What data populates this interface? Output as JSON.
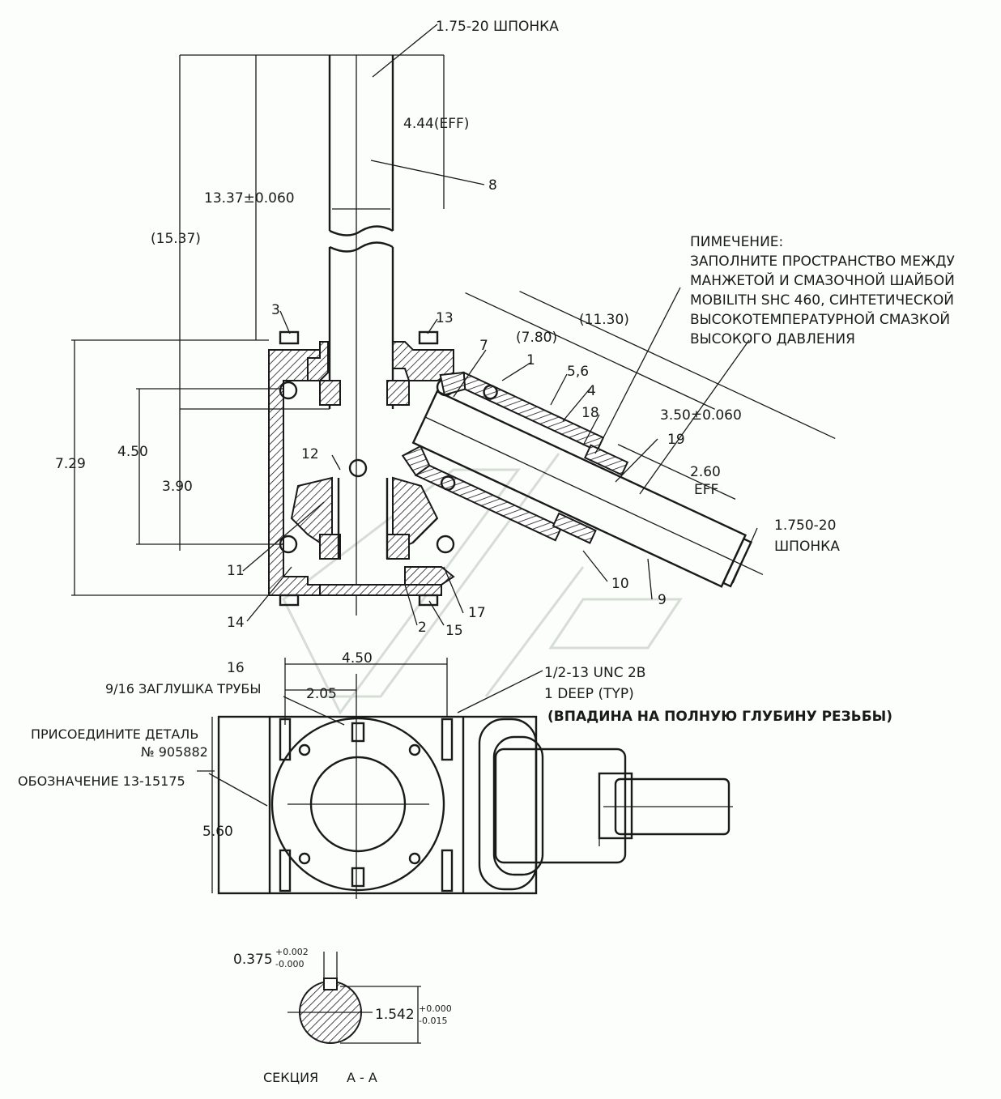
{
  "labels": {
    "top_key": "1.75-20 ШПОНКА",
    "eff_top": "4.44(EFF)",
    "dim_1337": "13.37±0.060",
    "dim_1537": "(15.37)",
    "part_8": "8",
    "part_3": "3",
    "part_13": "13",
    "part_7": "7",
    "part_1": "1",
    "part_56": "5,6",
    "part_4": "4",
    "part_18": "18",
    "part_19": "19",
    "part_12": "12",
    "part_11": "11",
    "part_14": "14",
    "part_2": "2",
    "part_15": "15",
    "part_17": "17",
    "part_10": "10",
    "part_9": "9",
    "part_16": "16",
    "dim_1130": "(11.30)",
    "dim_780": "(7.80)",
    "dim_350": "3.50±0.060",
    "dim_260": "2.60",
    "eff_side": "EFF",
    "side_key_1": "1.750-20",
    "side_key_2": "ШПОНКА",
    "dim_729": "7.29",
    "dim_450_left": "4.50",
    "dim_390": "3.90",
    "dim_450_top": "4.50",
    "dim_205": "2.05",
    "dim_560": "5.60",
    "plug": "9/16 ЗАГЛУШКА ТРУБЫ",
    "thread_1": "1/2-13  UNC  2B",
    "thread_2": "1  DEEP  (TYP)",
    "thread_note": "(ВПАДИНА НА ПОЛНУЮ ГЛУБИНУ РЕЗЬБЫ)",
    "attach_1": "ПРИСОЕДИНИТЕ ДЕТАЛЬ",
    "attach_2": "№ 905882",
    "designation": "ОБОЗНАЧЕНИЕ 13-15175",
    "key_width": "0.375",
    "key_tol_plus": "+0.002",
    "key_tol_minus": "-0.000",
    "shaft_dia": "1.542",
    "shaft_tol_plus": "+0.000",
    "shaft_tol_minus": "-0.015",
    "section": "СЕКЦИЯ",
    "section_id": "A - A"
  },
  "note": [
    "ПИМЕЧЕНИЕ:",
    "ЗАПОЛНИТЕ ПРОСТРАНСТВО МЕЖДУ",
    "МАНЖЕТОЙ И СМАЗОЧНОЙ ШАЙБОЙ",
    "MOBILITH SHC 460, СИНТЕТИЧЕСКОЙ",
    "ВЫСОКОТЕМПЕРАТУРНОЙ СМАЗКОЙ",
    "ВЫСОКОГО ДАВЛЕНИЯ"
  ]
}
